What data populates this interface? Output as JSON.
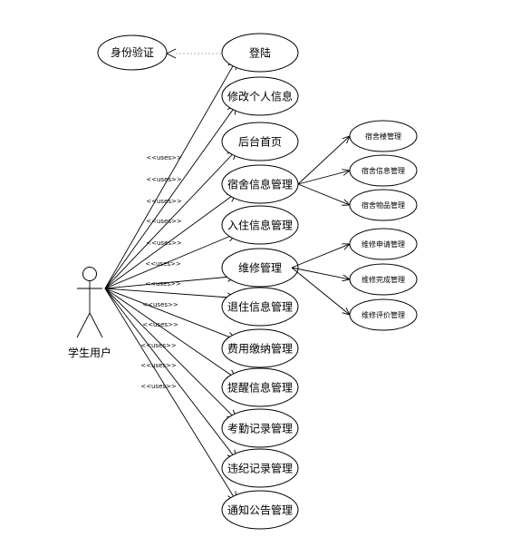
{
  "actor": {
    "label": "学生用户"
  },
  "auth": {
    "label": "身份验证"
  },
  "relation_label": "<<uses>>",
  "use_cases": [
    "登陆",
    "修改个人信息",
    "后台首页",
    "宿舍信息管理",
    "入住信息管理",
    "维修管理",
    "退住信息管理",
    "费用缴纳管理",
    "提醒信息管理",
    "考勤记录管理",
    "违纪记录管理",
    "通知公告管理"
  ],
  "sub_dorm": [
    "宿舍楼管理",
    "宿舍信息管理",
    "宿舍物品管理"
  ],
  "sub_repair": [
    "维修申请管理",
    "维修完成管理",
    "维修评价管理"
  ]
}
